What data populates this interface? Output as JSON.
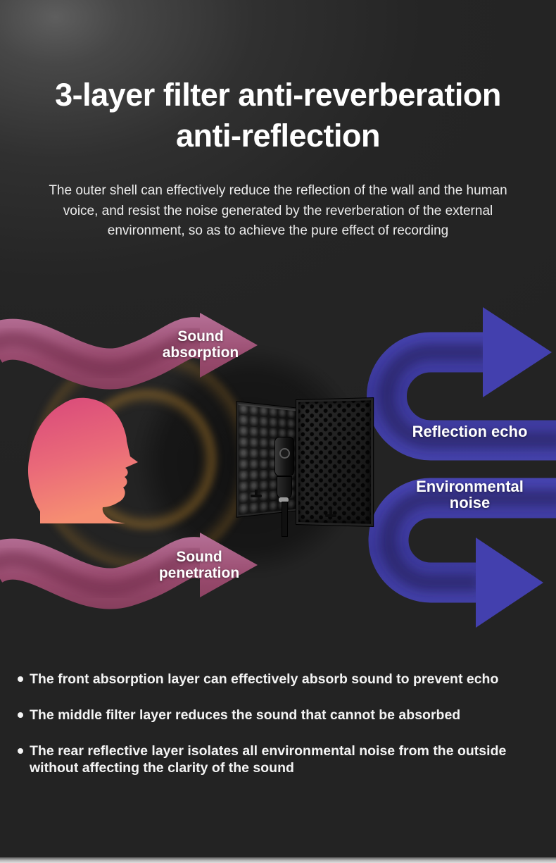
{
  "header": {
    "title_line1": "3-layer filter anti-reverberation",
    "title_line2": "anti-reflection",
    "description": "The outer shell can effectively reduce the reflection of the wall and the human voice, and resist the noise generated by the reverberation of the external environment, so as to achieve the pure effect of recording"
  },
  "diagram": {
    "label_sound_absorption": "Sound absorption",
    "label_sound_penetration": "Sound penetration",
    "label_reflection_echo": "Reflection echo",
    "label_environmental_noise": "Environmental noise",
    "colors": {
      "voice_wave_pink": "#97496c",
      "head_gradient_top": "#d8487a",
      "head_gradient_bottom": "#f68e72",
      "noise_arrow_blue": "#3d3aa4",
      "glow_amber": "#a87928",
      "background_dark": "#242424"
    }
  },
  "features": {
    "bullets": [
      "The front absorption layer can effectively absorb sound to prevent echo",
      "The middle filter layer reduces the sound that cannot be absorbed",
      "The rear reflective layer isolates all environmental noise from the outside without affecting the clarity of the sound"
    ]
  }
}
